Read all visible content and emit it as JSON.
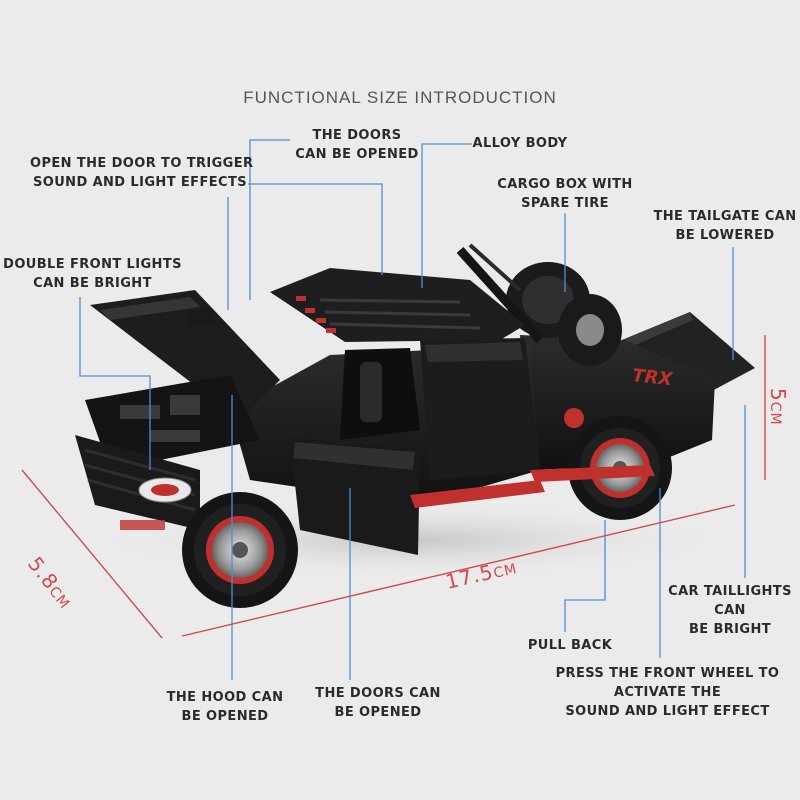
{
  "title": "FUNCTIONAL SIZE INTRODUCTION",
  "labels": {
    "doors_top": [
      "THE DOORS",
      "CAN BE OPENED"
    ],
    "alloy_body": [
      "ALLOY BODY"
    ],
    "open_door_trigger": [
      "OPEN THE DOOR TO TRIGGER",
      "SOUND AND LIGHT EFFECTS"
    ],
    "cargo_box": [
      "CARGO BOX WITH",
      "SPARE TIRE"
    ],
    "tailgate": [
      "THE TAILGATE CAN",
      "BE LOWERED"
    ],
    "front_lights": [
      "DOUBLE FRONT LIGHTS",
      "CAN BE BRIGHT"
    ],
    "taillights": [
      "CAR TAILLIGHTS",
      "CAN",
      "BE BRIGHT"
    ],
    "pull_back": [
      "PULL BACK"
    ],
    "front_wheel": [
      "PRESS THE FRONT WHEEL TO",
      "ACTIVATE THE",
      "SOUND AND LIGHT EFFECT"
    ],
    "hood": [
      "THE HOOD CAN",
      "BE OPENED"
    ],
    "doors_bottom": [
      "THE DOORS CAN",
      "BE OPENED"
    ]
  },
  "dimensions": {
    "length": {
      "value": "17.5",
      "unit": "CM"
    },
    "width": {
      "value": "5.8",
      "unit": "CM"
    },
    "height": {
      "value": "5",
      "unit": "CM"
    }
  },
  "product": {
    "badge": "TRX"
  },
  "colors": {
    "background": "#ebebeb",
    "leader_line": "#4a8fd6",
    "dimension": "#d24a4a",
    "body": "#1c1c1e",
    "accent": "#c0302c"
  }
}
